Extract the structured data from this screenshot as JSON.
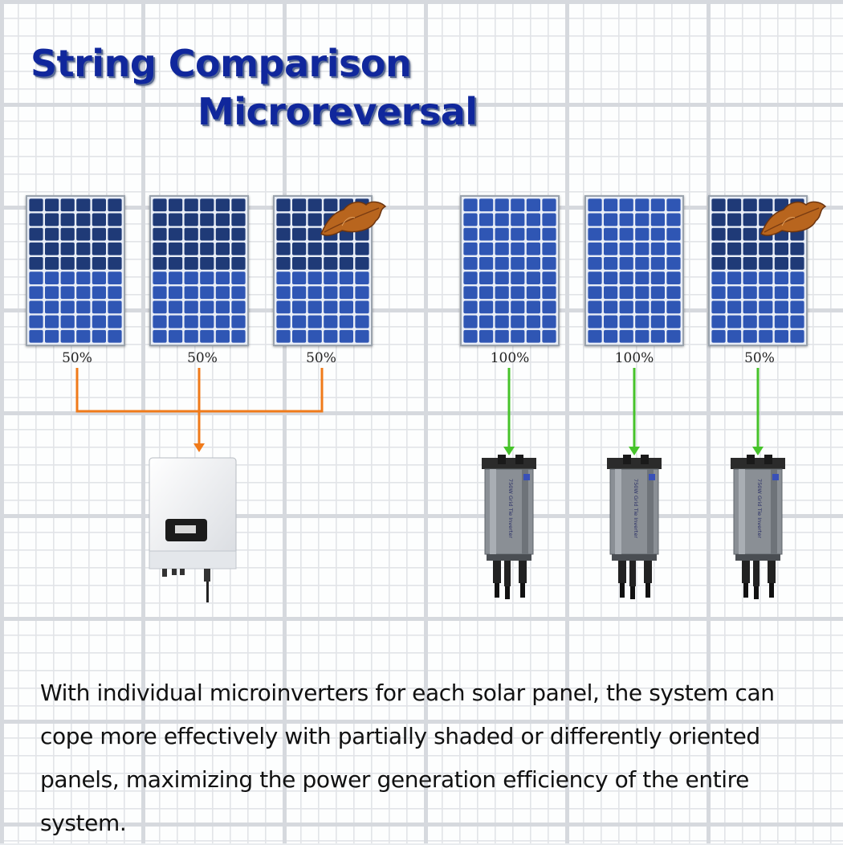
{
  "title": {
    "line1": "String Comparison",
    "line2": "Microreversal"
  },
  "string_side": {
    "panel_percentages": [
      "50%",
      "50%",
      "50%"
    ],
    "wire_color": "#f07a1a"
  },
  "micro_side": {
    "panel_percentages": [
      "100%",
      "100%",
      "50%"
    ],
    "wire_color": "#46c32a",
    "inverter_label": "750W Grid Tie Inverter"
  },
  "description": "With individual microinverters for each solar panel, the system can cope more effectively with partially shaded or differently oriented panels, maximizing the power generation efficiency of the entire system.",
  "colors": {
    "title": "#10279c",
    "panel_bright": "#2f56b4",
    "panel_dim": "#1f3a77",
    "leaf": "#b8651e"
  }
}
